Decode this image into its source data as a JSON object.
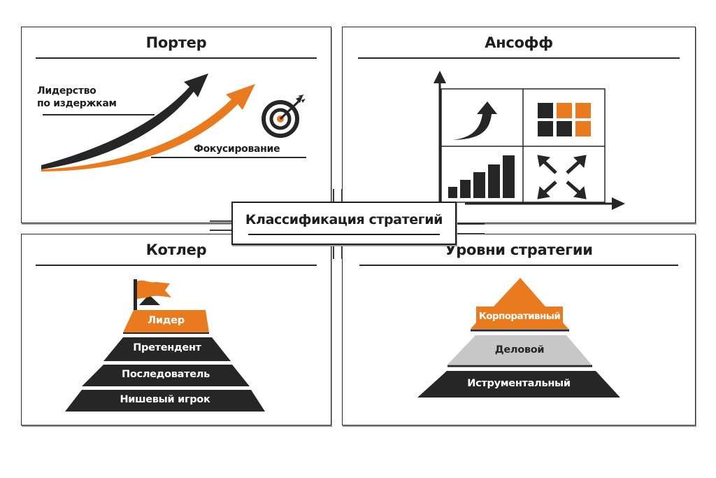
{
  "center": {
    "title": "Классификация стратегий"
  },
  "colors": {
    "accent": "#E97A1E",
    "dark": "#262626",
    "gray": "#C8C8C8",
    "border": "#2A2A2A"
  },
  "porter": {
    "title": "Портер",
    "labels": {
      "cost_leadership_line1": "Лидерство",
      "cost_leadership_line2": "по издержкам",
      "focus": "Фокусирование"
    },
    "icons": [
      "dark-growth-arrow-icon",
      "orange-growth-arrow-icon",
      "target-with-dart-icon"
    ]
  },
  "ansoff": {
    "title": "Ансофф",
    "matrix": [
      {
        "position": "top-left",
        "icon": "curved-up-arrow-icon"
      },
      {
        "position": "top-right",
        "icon": "grid-squares-icon"
      },
      {
        "position": "bottom-left",
        "icon": "bar-chart-icon"
      },
      {
        "position": "bottom-right",
        "icon": "expand-arrows-icon"
      }
    ]
  },
  "kotler": {
    "title": "Котлер",
    "levels": [
      "Лидер",
      "Претендент",
      "Последователь",
      "Нишевый игрок"
    ],
    "icons": [
      "flag-icon"
    ]
  },
  "levels": {
    "title": "Уровни стратегии",
    "levels": [
      "Корпоративный",
      "Деловой",
      "Иструментальный"
    ]
  }
}
